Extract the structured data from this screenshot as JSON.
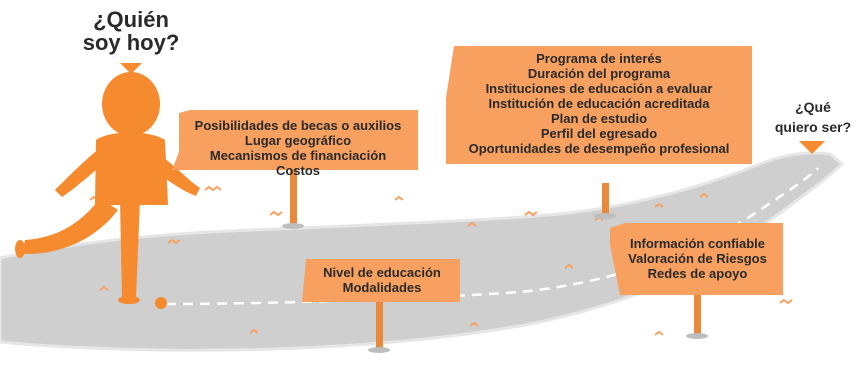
{
  "colors": {
    "orange": "#F7A060",
    "figure_orange": "#F58A2E",
    "road": "#CFCFCF",
    "road_edge": "#E6E6E6",
    "post": "#E9893B",
    "text": "#2A2A2A"
  },
  "questions": {
    "who_am_i": "¿Quién soy hoy?",
    "who_am_i_line1": "¿Quién",
    "who_am_i_line2": "soy hoy?",
    "what_to_be_line1": "¿Qué",
    "what_to_be_line2": "quiero ser?"
  },
  "signs": {
    "financing": {
      "lines": [
        "Posibilidades de becas o auxilios",
        "Lugar geográfico",
        "Mecanismos de financiación",
        "Costos"
      ]
    },
    "program": {
      "lines": [
        "Programa de interés",
        "Duración del programa",
        "Instituciones de educación a evaluar",
        "Institución de educación acreditada",
        "Plan de estudio",
        "Perfil del egresado",
        "Oportunidades de desempeño profesional"
      ]
    },
    "education_level": {
      "lines": [
        "Nivel de educación",
        "Modalidades"
      ]
    },
    "reliable_info": {
      "lines": [
        "Información confiable",
        "Valoración de Riesgos",
        "Redes de apoyo"
      ]
    }
  }
}
